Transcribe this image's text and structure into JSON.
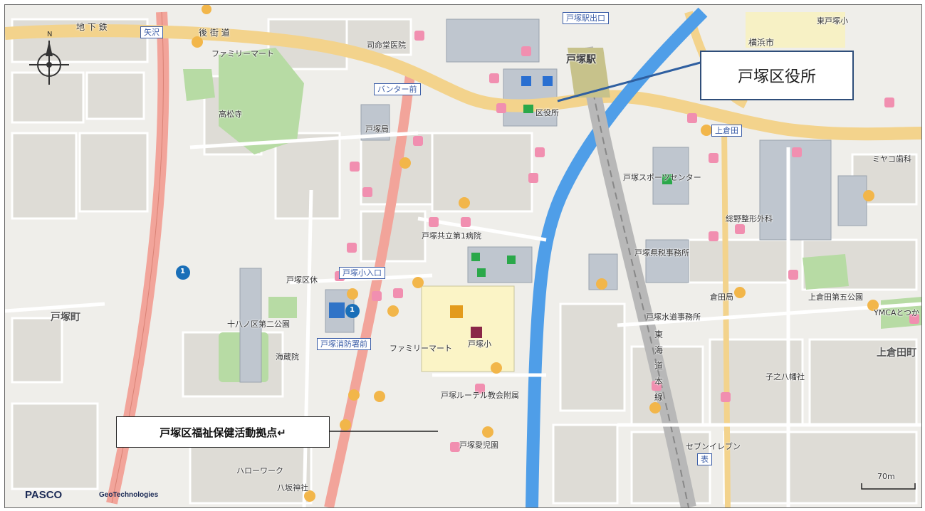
{
  "map": {
    "callouts": {
      "ward_office": "戸塚区役所",
      "welfare_center": "戸塚区福祉保健活動拠点↵"
    },
    "station_labels": {
      "station_name": "戸塚駅",
      "station_exit": "戸塚駅出口",
      "yazawa": "矢沢",
      "center_mae": "バンター前",
      "shimokura": "上倉田",
      "elementary_entrance": "戸塚小入口",
      "fire_station": "戸塚消防署前"
    },
    "place_labels": {
      "chikatetsu": "地 下 鉄",
      "kaido": "後 街 道",
      "family_mart_1": "ファミリーマート",
      "family_mart_2": "ファミリーマート",
      "hospital_1": "司命堂医院",
      "takamatsu": "高松寺",
      "totsuka_bureau": "戸塚局",
      "ward_office_small": "区役所",
      "kyoritsu_hospital": "戸塚共立第1病院",
      "sports_center": "戸塚スポーツセンター",
      "orthopedics": "総野整形外科",
      "miyako": "ミヤコ歯科",
      "higashi_totsuka": "東戸塚小",
      "yokohama_shi": "横浜市",
      "ward_forest": "戸塚区休",
      "juuhachi_park": "十八ノ区第二公園",
      "kaizoin": "海蔵院",
      "totsuka_cho": "戸塚町",
      "totsuka_elem": "戸塚小",
      "lutheran": "戸塚ルーテル教会附属",
      "kindergarten": "戸塚愛児園",
      "water_office": "戸塚水道事務所",
      "kurata_bureau": "倉田局",
      "tokaido_line": "東 海 道 本 線",
      "kamikurata_park": "上倉田第五公園",
      "ymca": "YMCAとつか",
      "kamikurata": "上倉田町",
      "konohachiman": "子之八幡社",
      "seven_eleven": "セブンイレブン",
      "hello_work": "ハローワーク",
      "yasaka": "八坂神社",
      "totsuka_shoko": "戸塚県税事務所",
      "omote": "表"
    },
    "route_shields": [
      "1",
      "1"
    ],
    "scale_label": "70m",
    "credits": {
      "pasco": "PASCO",
      "geotech": "GeoTechnologies"
    },
    "colors": {
      "highway": "#f2a49a",
      "main_road": "#f3d38c",
      "river": "#4f9ee8",
      "park": "#b7dba4",
      "building": "#c2c8d0",
      "block": "#e2e2de",
      "school": "#fbf4c6",
      "callout_border": "#2f4e7a"
    }
  }
}
